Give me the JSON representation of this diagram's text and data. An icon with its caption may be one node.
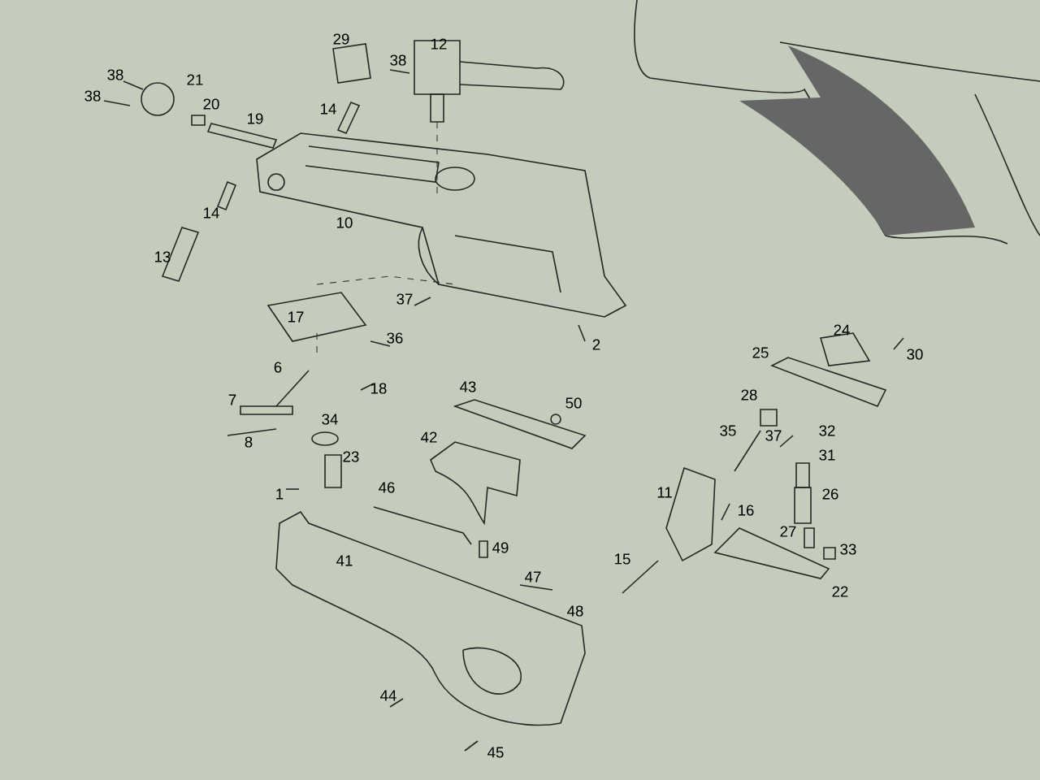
{
  "diagram": {
    "labels": [
      "29",
      "12",
      "38",
      "38",
      "21",
      "38",
      "20",
      "14",
      "19",
      "14",
      "10",
      "13",
      "37",
      "17",
      "36",
      "2",
      "24",
      "25",
      "30",
      "6",
      "43",
      "18",
      "28",
      "7",
      "50",
      "34",
      "35",
      "37",
      "32",
      "42",
      "8",
      "31",
      "23",
      "46",
      "11",
      "1",
      "26",
      "16",
      "27",
      "49",
      "33",
      "41",
      "15",
      "47",
      "22",
      "48",
      "44",
      "45"
    ]
  }
}
